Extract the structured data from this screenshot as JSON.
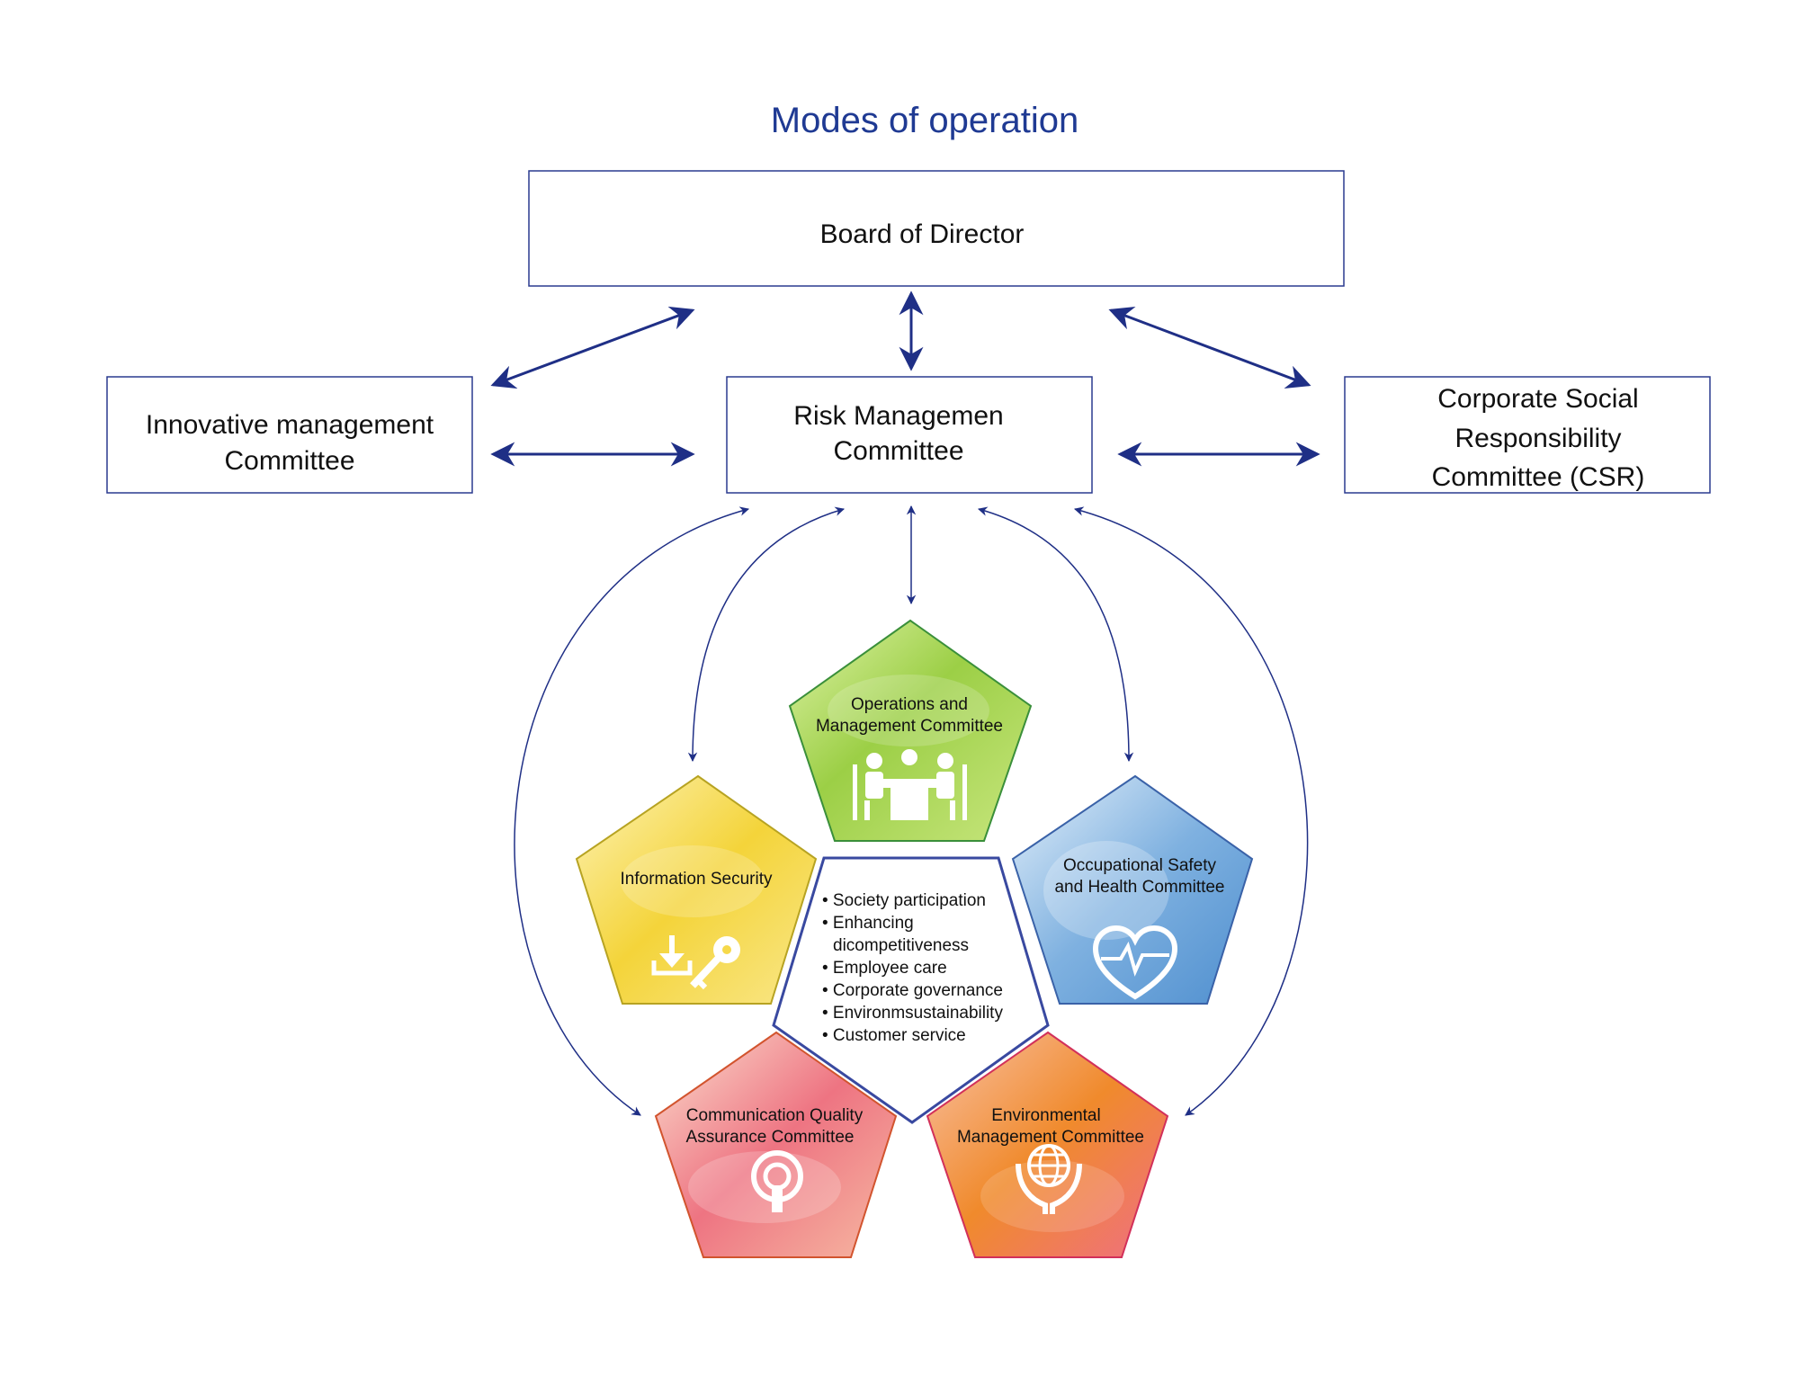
{
  "title": "Modes of operation",
  "board": {
    "label": "Board of Director"
  },
  "innovative": {
    "lines": [
      "Innovative management",
      "Committee"
    ]
  },
  "risk": {
    "lines": [
      "Risk Managemen",
      "Committee"
    ]
  },
  "csr": {
    "lines": [
      "Corporate Social",
      "Responsibility",
      "Committee (CSR)"
    ]
  },
  "committees": {
    "operations": {
      "lines": [
        "Operations and",
        "Management Committee"
      ],
      "icon": "meeting-icon"
    },
    "security": {
      "lines": [
        "Information Security"
      ],
      "icon": "download-key-icon"
    },
    "safety": {
      "lines": [
        "Occupational Safety",
        "and Health Committee"
      ],
      "icon": "heart-pulse-icon"
    },
    "communication": {
      "lines": [
        "Communication Quality",
        "Assurance Committee"
      ],
      "icon": "antenna-signal-icon"
    },
    "environmental": {
      "lines": [
        "Environmental",
        "Management Committee"
      ],
      "icon": "globe-in-hands-icon"
    }
  },
  "center_list": [
    "• Society participation",
    "• Enhancing",
    "dicompetitiveness",
    "• Employee care",
    "• Corporate governance",
    "• Environmsustainability",
    "• Customer service"
  ],
  "colors": {
    "navy": "#1f2f86",
    "title": "#1f3a93",
    "operations_a": "#8fc93a",
    "operations_b": "#d8ef9e",
    "security_a": "#f2cf2f",
    "security_b": "#fbf0a6",
    "safety_a": "#5b9ad6",
    "safety_b": "#d6e8f6",
    "communication_a": "#e95c6e",
    "communication_b": "#f8c8b4",
    "environmental_a": "#f08a2c",
    "environmental_b": "#f7a8a0"
  }
}
